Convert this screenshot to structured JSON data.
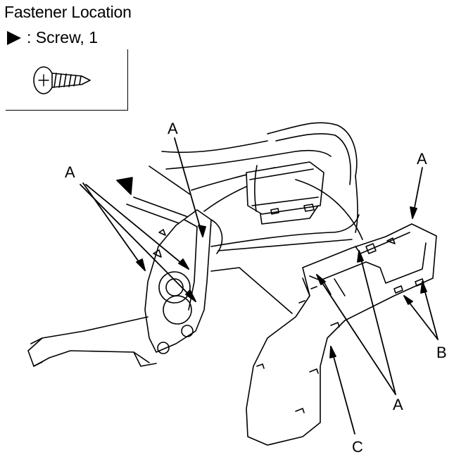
{
  "title": "Fastener Location",
  "legend": {
    "marker_icon": "triangle-marker-icon",
    "label": ": Screw, 1",
    "fastener_icon": "screw-icon"
  },
  "callouts": {
    "a_top": "A",
    "a_left": "A",
    "a_right": "A",
    "a_bottom": "A",
    "b": "B",
    "c": "C"
  },
  "colors": {
    "line": "#000000",
    "background": "#ffffff"
  }
}
